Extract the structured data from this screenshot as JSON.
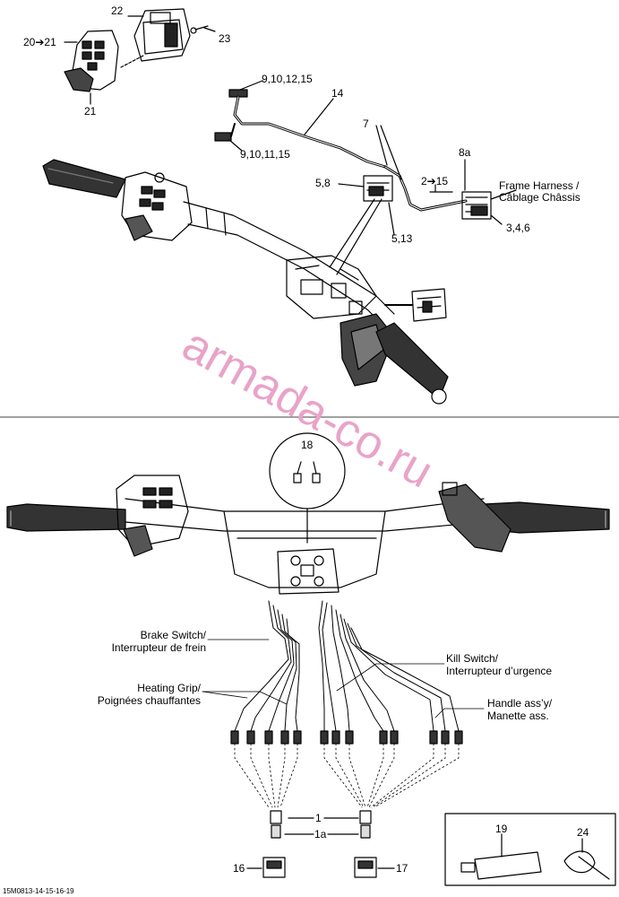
{
  "callouts": {
    "c22": "22",
    "c23": "23",
    "c20_21": "20➔21",
    "c21": "21",
    "c9_10_12_15": "9,10,12,15",
    "c14": "14",
    "c9_10_11_15": "9,10,11,15",
    "c7": "7",
    "c8a": "8a",
    "c5_8": "5,8",
    "c2_15": "2➔15",
    "c3_4_6": "3,4,6",
    "c5_13": "5,13",
    "c18": "18",
    "c1": "1",
    "c1a": "1a",
    "c16": "16",
    "c17": "17",
    "c19": "19",
    "c24": "24"
  },
  "labels": {
    "frame_harness_1": "Frame Harness /",
    "frame_harness_2": "Câblage Châssis",
    "brake_switch_1": "Brake Switch/",
    "brake_switch_2": "Interrupteur de frein",
    "heating_grip_1": "Heating Grip/",
    "heating_grip_2": "Poignées chauffantes",
    "kill_switch_1": "Kill Switch/",
    "kill_switch_2": "Interrupteur d’urgence",
    "handle_assy_1": "Handle ass’y/",
    "handle_assy_2": "Manette ass."
  },
  "drawing_code": "15M0813-14-15-16-19",
  "watermark": "armada-co.ru",
  "colors": {
    "line": "#000000",
    "watermark": "#e9a3c9"
  }
}
